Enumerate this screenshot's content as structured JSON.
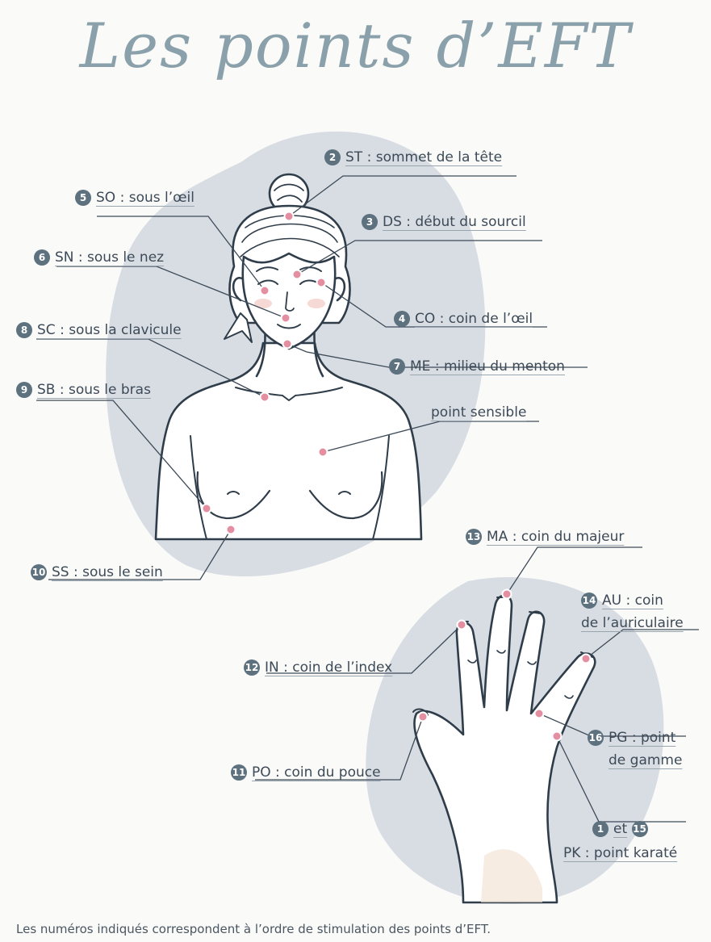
{
  "title": "Les points d’EFT",
  "footnote": "Les numéros indiqués correspondent à l’ordre de stimulation des points d’EFT.",
  "labels": {
    "st": {
      "num": "2",
      "text": "ST : sommet de la tête"
    },
    "so": {
      "num": "5",
      "text": "SO : sous l’œil"
    },
    "ds": {
      "num": "3",
      "text": "DS : début du sourcil"
    },
    "sn": {
      "num": "6",
      "text": "SN : sous le nez"
    },
    "co": {
      "num": "4",
      "text": "CO : coin de l’œil"
    },
    "sc": {
      "num": "8",
      "text": "SC : sous la clavicule"
    },
    "me": {
      "num": "7",
      "text": "ME : milieu du menton"
    },
    "sb": {
      "num": "9",
      "text": "SB : sous le bras"
    },
    "ps": {
      "text": "point sensible"
    },
    "ss": {
      "num": "10",
      "text": "SS : sous le sein"
    },
    "ma": {
      "num": "13",
      "text": "MA : coin du majeur"
    },
    "au": {
      "num": "14",
      "text": "AU : coin",
      "text2": "de l’auriculaire"
    },
    "in": {
      "num": "12",
      "text": "IN : coin de l’index"
    },
    "pg": {
      "num": "16",
      "text": "PG : point",
      "text2": "de gamme"
    },
    "po": {
      "num": "11",
      "text": "PO : coin du pouce"
    },
    "pk": {
      "num": "1",
      "conj": "et",
      "num2": "15",
      "text": "PK : point karaté"
    }
  },
  "colors": {
    "blob": "#d8dde3",
    "line": "#2f3d4a",
    "point": "#e48fa1",
    "skin": "#ffffff",
    "blush": "#f6d9d4",
    "badge": "#5d717e",
    "title": "#8aa0aa"
  }
}
